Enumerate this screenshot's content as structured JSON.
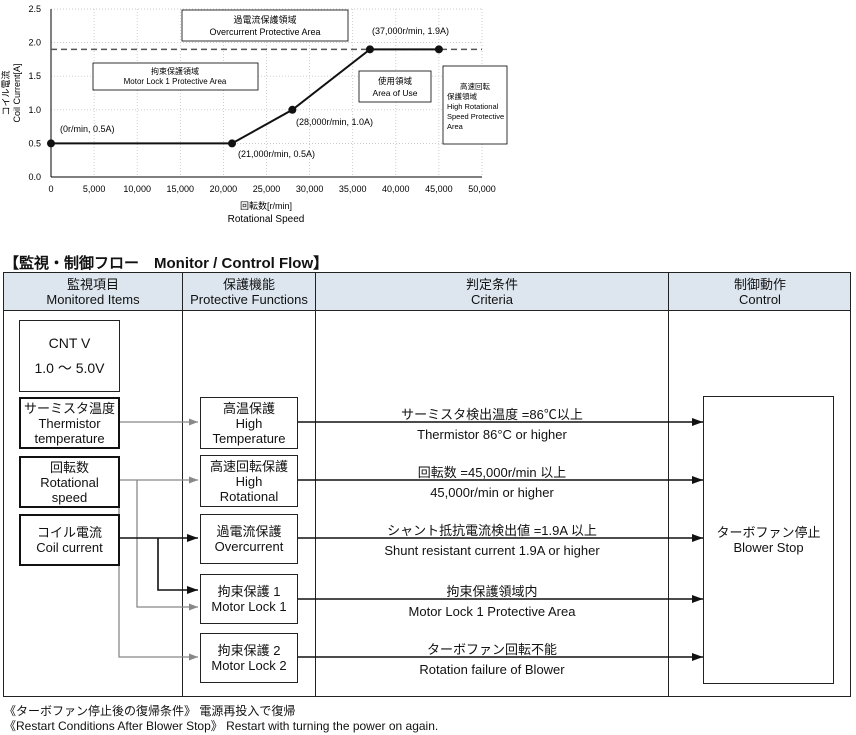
{
  "chart_data": {
    "type": "line",
    "x": [
      0,
      21000,
      28000,
      37000,
      45000
    ],
    "y": [
      0.5,
      0.5,
      1.0,
      1.9,
      1.9
    ],
    "xlim": [
      0,
      50000
    ],
    "ylim": [
      0,
      2.5
    ],
    "xticks": [
      "0",
      "5,000",
      "10,000",
      "15,000",
      "20,000",
      "25,000",
      "30,000",
      "35,000",
      "40,000",
      "45,000",
      "50,000"
    ],
    "yticks": [
      "0.0",
      "0.5",
      "1.0",
      "1.5",
      "2.0",
      "2.5"
    ],
    "xlabel_jp": "回転数[r/min]",
    "xlabel": "Rotational Speed",
    "ylabel_jp": "コイル電流",
    "ylabel": "Coil Current[A]",
    "threshold_y": 1.9,
    "point_labels": [
      "(0r/min, 0.5A)",
      "(21,000r/min, 0.5A)",
      "(28,000r/min, 1.0A)",
      "(37,000r/min, 1.9A)"
    ],
    "regions": {
      "overcurrent_jp": "過電流保護領域",
      "overcurrent": "Overcurrent Protective Area",
      "motor_lock_jp": "拘束保護領域",
      "motor_lock": "Motor Lock 1 Protective Area",
      "area_of_use_jp": "使用領域",
      "area_of_use": "Area of Use",
      "high_speed_jp1": "高速回転",
      "high_speed_jp2": "保護領域",
      "high_speed_en1": "High Rotational",
      "high_speed_en2": "Speed Protective",
      "high_speed_en3": "Area"
    }
  },
  "flow": {
    "title": "【監視・制御フロー　Monitor / Control Flow】",
    "headers": [
      {
        "jp": "監視項目",
        "en": "Monitored Items"
      },
      {
        "jp": "保護機能",
        "en": "Protective Functions"
      },
      {
        "jp": "判定条件",
        "en": "Criteria"
      },
      {
        "jp": "制御動作",
        "en": "Control"
      }
    ],
    "cnt": {
      "label": "CNT V",
      "range": "1.0 ～ 5.0V"
    },
    "monitored": [
      {
        "jp": "サーミスタ温度",
        "en1": "Thermistor",
        "en2": "temperature"
      },
      {
        "jp": "回転数",
        "en1": "Rotational speed",
        "en2": ""
      },
      {
        "jp": "コイル電流",
        "en1": "Coil current",
        "en2": ""
      }
    ],
    "functions": [
      {
        "l1": "高温保護",
        "l2": "High",
        "l3": "Temperature"
      },
      {
        "l1": "高速回転保護",
        "l2": "High",
        "l3": "Rotational"
      },
      {
        "l1": "過電流保護",
        "l2": "Overcurrent",
        "l3": ""
      },
      {
        "l1": "拘束保護 1",
        "l2": "Motor Lock 1",
        "l3": ""
      },
      {
        "l1": "拘束保護 2",
        "l2": "Motor Lock 2",
        "l3": ""
      }
    ],
    "criteria": [
      {
        "jp": "サーミスタ検出温度 =86℃以上",
        "en": "Thermistor 86°C or higher"
      },
      {
        "jp": "回転数 =45,000r/min 以上",
        "en": "45,000r/min or higher"
      },
      {
        "jp": "シャント抵抗電流検出値 =1.9A 以上",
        "en": "Shunt resistant current 1.9A or higher"
      },
      {
        "jp": "拘束保護領域内",
        "en": "Motor Lock 1 Protective Area"
      },
      {
        "jp": "ターボファン回転不能",
        "en": "Rotation failure of Blower"
      }
    ],
    "control": {
      "jp": "ターボファン停止",
      "en": "Blower Stop"
    }
  },
  "footer": {
    "jp": "《ターボファン停止後の復帰条件》 電源再投入で復帰",
    "en": "《Restart Conditions After Blower Stop》 Restart with turning the power on again."
  }
}
